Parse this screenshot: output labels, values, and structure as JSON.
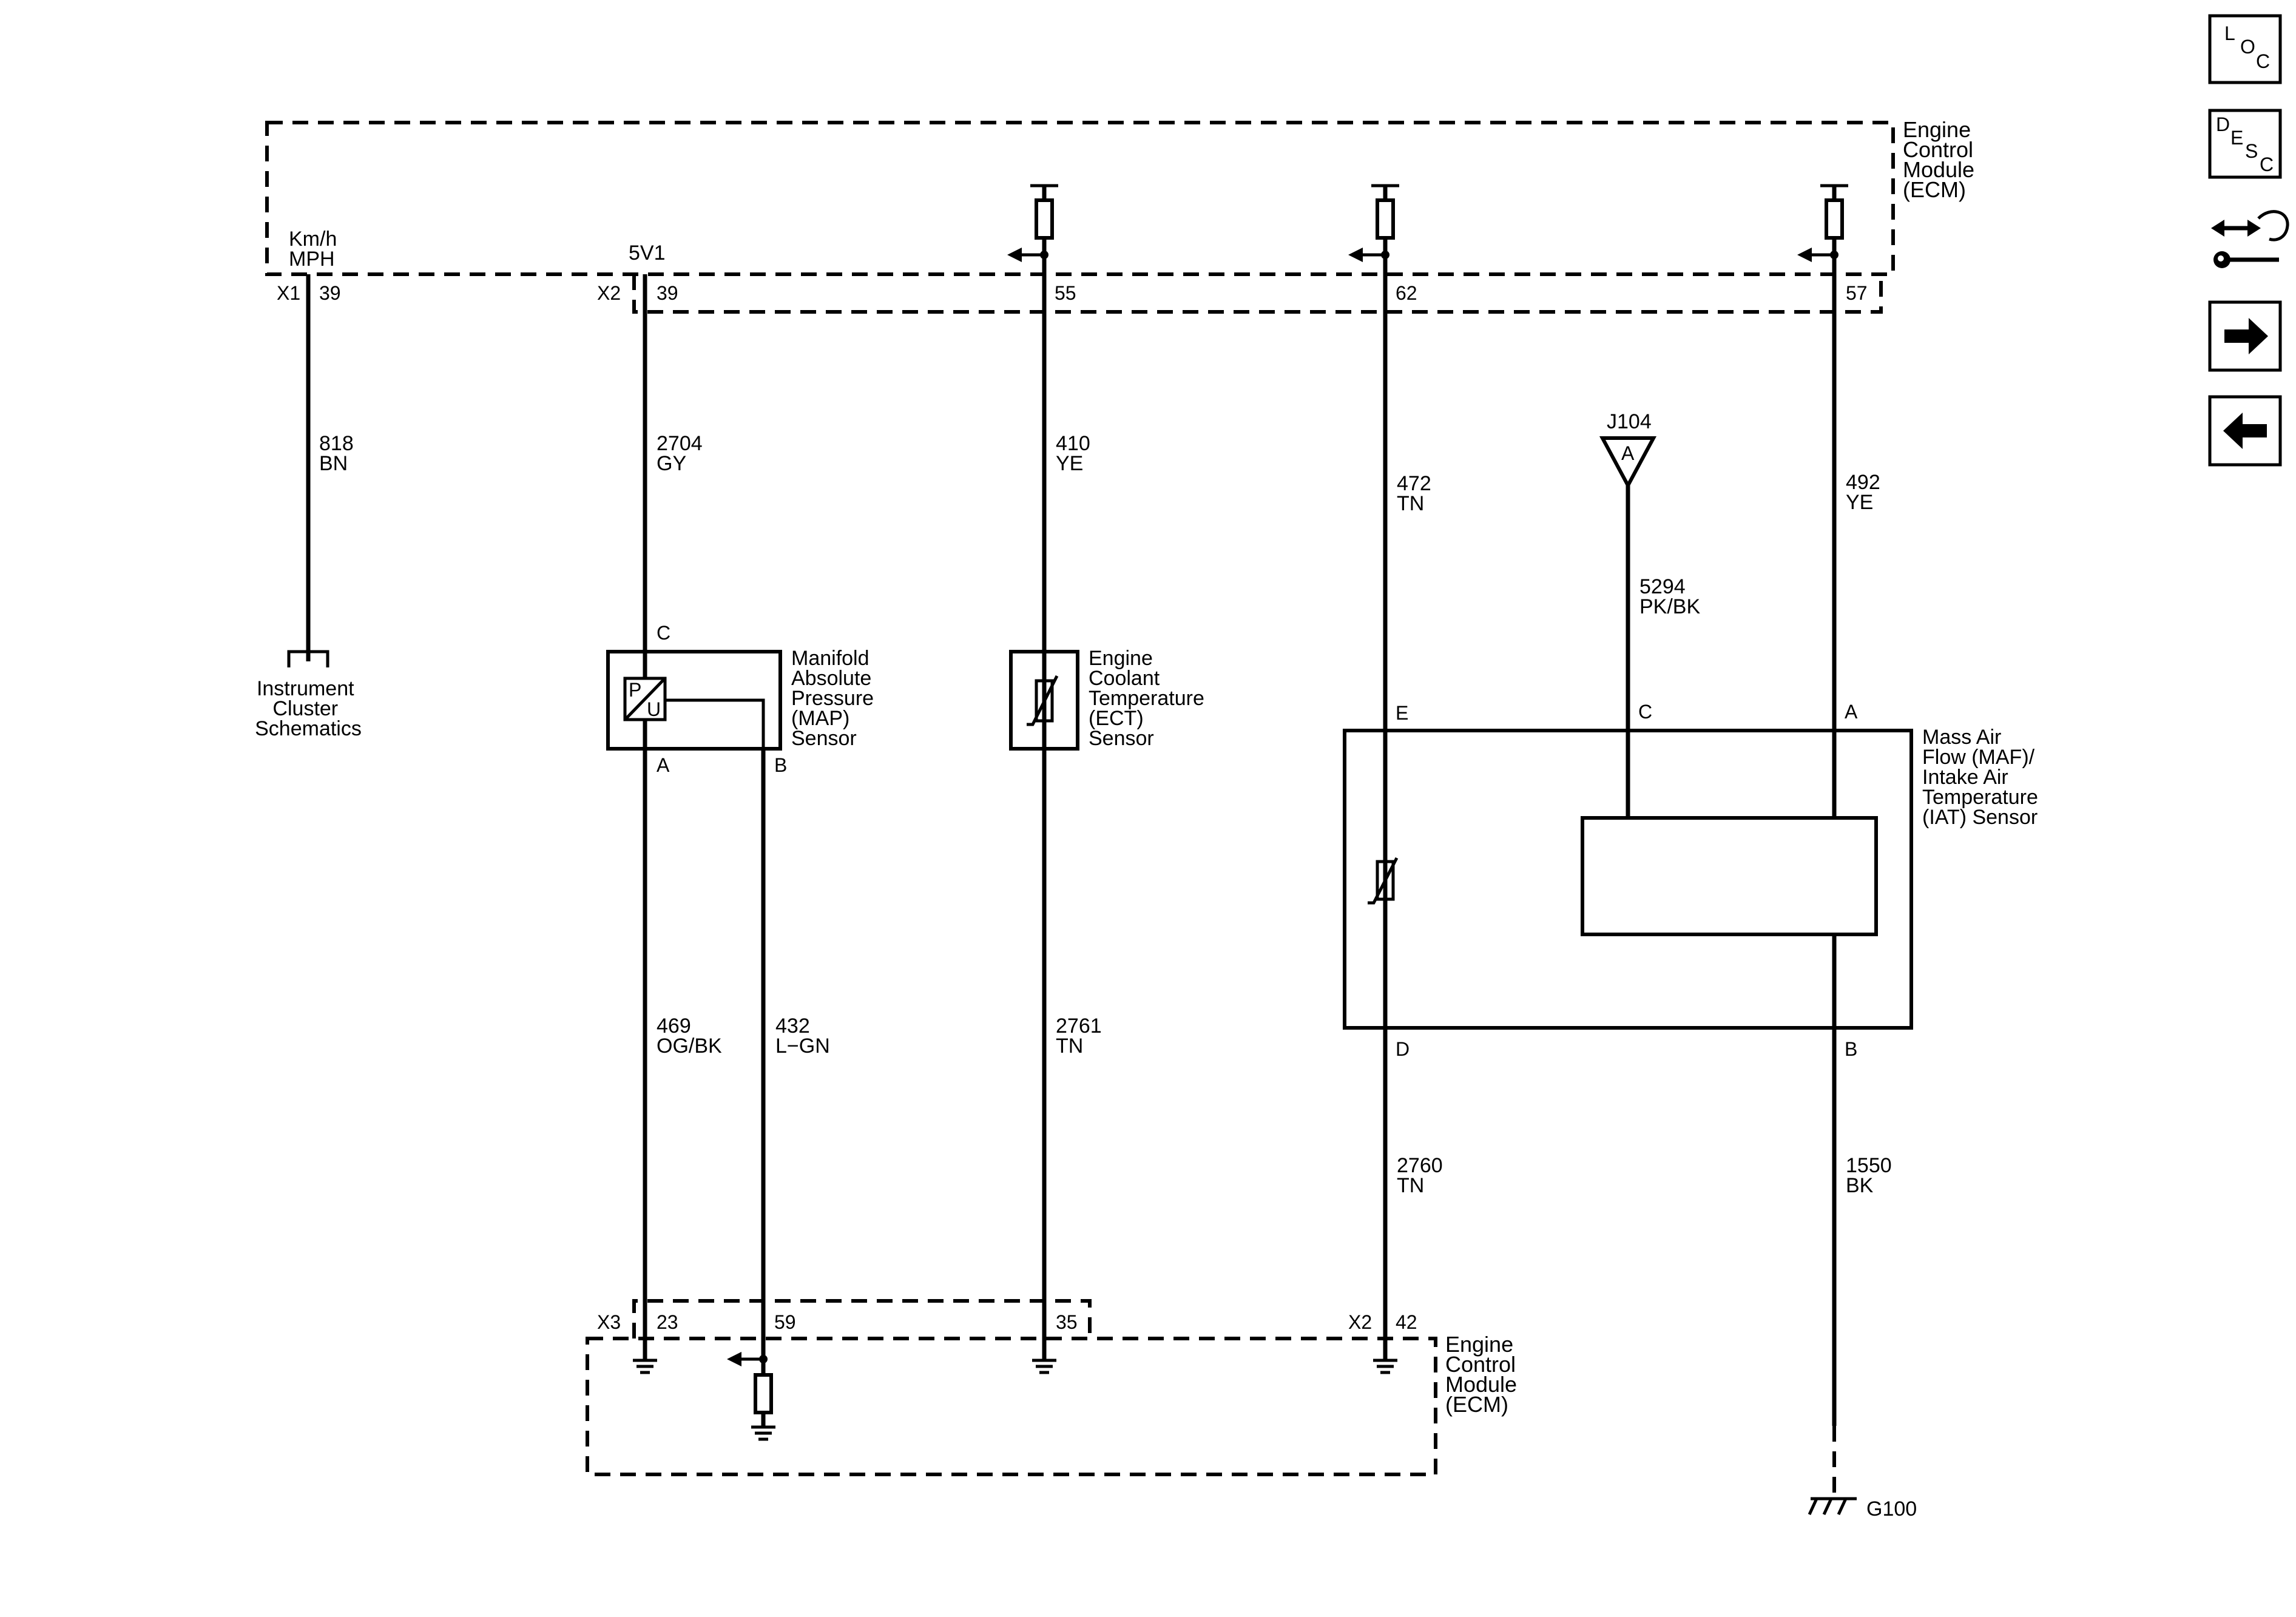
{
  "ecm_label": [
    "Engine",
    "Control",
    "Module",
    "(ECM)"
  ],
  "speed_signal": [
    "Km/h",
    "MPH"
  ],
  "ref_5v": "5V1",
  "connectors": {
    "x1": "X1",
    "x2": "X2",
    "x3": "X3"
  },
  "pins_top": {
    "speed": "39",
    "map_5v": "39",
    "ect": "55",
    "iat": "62",
    "maf": "57"
  },
  "pins_bottom": {
    "map_low": "23",
    "map_sig": "59",
    "ect_low": "35",
    "iat_low": "42"
  },
  "wires": {
    "w818": [
      "818",
      "BN"
    ],
    "w2704": [
      "2704",
      "GY"
    ],
    "w410": [
      "410",
      "YE"
    ],
    "w472": [
      "472",
      "TN"
    ],
    "w5294": [
      "5294",
      "PK/BK"
    ],
    "w492": [
      "492",
      "YE"
    ],
    "w469": [
      "469",
      "OG/BK"
    ],
    "w432": [
      "432",
      "L−GN"
    ],
    "w2761": [
      "2761",
      "TN"
    ],
    "w2760": [
      "2760",
      "TN"
    ],
    "w1550": [
      "1550",
      "BK"
    ]
  },
  "instrument_cluster": [
    "Instrument",
    "Cluster",
    "Schematics"
  ],
  "map_sensor": {
    "label": [
      "Manifold",
      "Absolute",
      "Pressure",
      "(MAP)",
      "Sensor"
    ],
    "pin_c": "C",
    "pin_a": "A",
    "pin_b": "B",
    "glyph_p": "P",
    "glyph_u": "U"
  },
  "ect_sensor": {
    "label": [
      "Engine",
      "Coolant",
      "Temperature",
      "(ECT)",
      "Sensor"
    ]
  },
  "maf_sensor": {
    "label": [
      "Mass Air",
      "Flow (MAF)/",
      "Intake Air",
      "Temperature",
      "(IAT) Sensor"
    ],
    "pin_e": "E",
    "pin_c": "C",
    "pin_a": "A",
    "pin_d": "D",
    "pin_b": "B"
  },
  "splice": {
    "name": "J104",
    "pin": "A"
  },
  "ground": "G100",
  "side_nav": {
    "loc": [
      "L",
      "O",
      "C"
    ],
    "desc": [
      "D",
      "E",
      "S",
      "C"
    ]
  }
}
